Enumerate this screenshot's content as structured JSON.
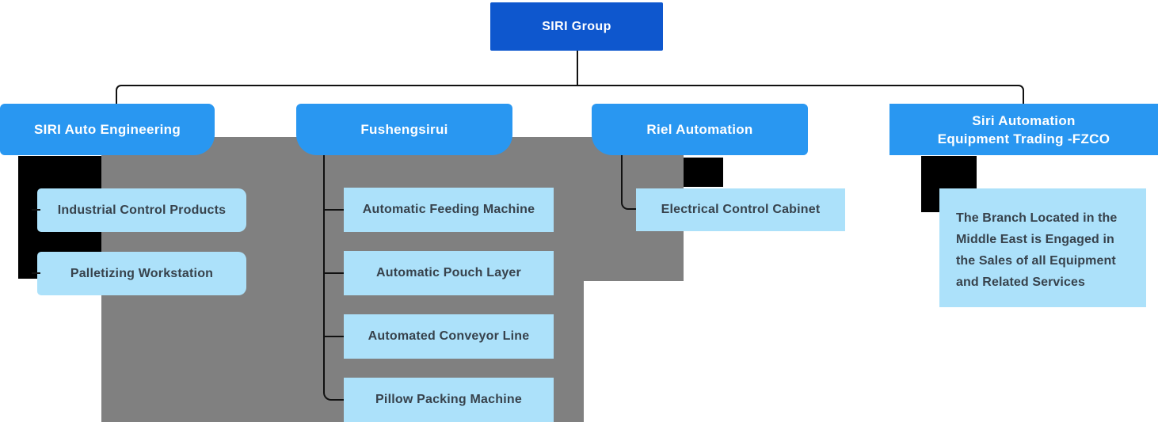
{
  "colors": {
    "root_blue": "#0e57ce",
    "header_blue": "#2997f1",
    "child_blue": "#ace1fa",
    "backdrop_gray": "#808080",
    "backdrop_black": "#000000",
    "connector": "#111111",
    "child_text": "#37424c"
  },
  "root": {
    "label": "SIRI Group"
  },
  "columns": [
    {
      "header": "SIRI Auto Engineering",
      "children": [
        "Industrial Control Products",
        "Palletizing Workstation"
      ]
    },
    {
      "header": "Fushengsirui",
      "children": [
        "Automatic Feeding Machine",
        "Automatic Pouch Layer",
        "Automated Conveyor Line",
        "Pillow Packing Machine"
      ]
    },
    {
      "header": "Riel Automation",
      "children": [
        "Electrical Control Cabinet"
      ]
    },
    {
      "header_lines": [
        "Siri Automation",
        "Equipment Trading -FZCO"
      ],
      "description_lines": [
        "The Branch Located in the",
        "Middle East is Engaged in",
        "the Sales of all Equipment",
        "and Related Services"
      ]
    }
  ]
}
